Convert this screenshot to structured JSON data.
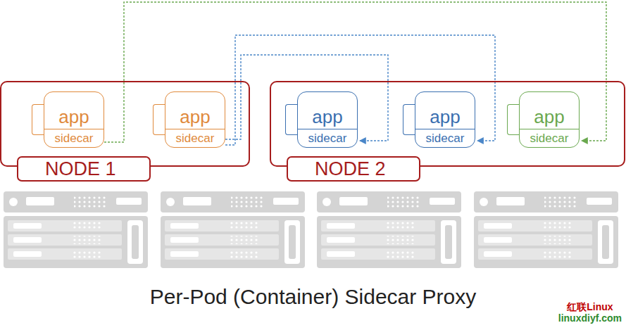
{
  "diagram": {
    "caption": "Per-Pod (Container) Sidecar Proxy",
    "nodes": [
      {
        "text": [
          "NODE 1"
        ]
      },
      {
        "text": [
          "app",
          "sidecar"
        ],
        "in": 0
      },
      {
        "text": [
          "app",
          "sidecar"
        ],
        "in": 0
      },
      {
        "text": [
          "NODE 2"
        ]
      },
      {
        "text": [
          "app",
          "sidecar"
        ],
        "in": 3
      },
      {
        "text": [
          "app",
          "sidecar"
        ],
        "in": 3
      },
      {
        "text": [
          "app",
          "sidecar"
        ],
        "in": 3
      }
    ],
    "edges": [
      {
        "from": 1,
        "to": 6,
        "arrow": "to"
      },
      {
        "from": 2,
        "to": 4,
        "arrow": "to"
      },
      {
        "from": 2,
        "to": 5,
        "arrow": "to"
      }
    ],
    "labels": [
      "红联Linux",
      "linuxdiyf.com"
    ]
  }
}
